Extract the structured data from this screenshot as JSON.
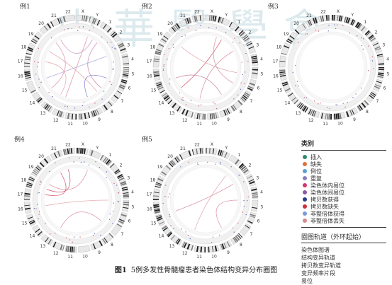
{
  "watermark": "中華醫學會",
  "panels": [
    {
      "label": "例1",
      "links": [
        [
          20,
          200,
          "#d98b9f"
        ],
        [
          40,
          130,
          "#c87fa0"
        ],
        [
          70,
          250,
          "#a8a0d8"
        ],
        [
          300,
          140,
          "#e0a0a8"
        ],
        [
          110,
          160,
          "#7a74c4"
        ],
        [
          230,
          320,
          "#d98b9f"
        ],
        [
          330,
          30,
          "#c792c0"
        ],
        [
          210,
          280,
          "#e6a1a8"
        ]
      ]
    },
    {
      "label": "例2",
      "links": [
        [
          30,
          230,
          "#d0495f"
        ],
        [
          60,
          190,
          "#d98b9f"
        ],
        [
          310,
          100,
          "#e0a0a8"
        ],
        [
          250,
          150,
          "#c87fa0"
        ],
        [
          120,
          20,
          "#d98b9f"
        ]
      ]
    },
    {
      "label": "例3",
      "links": []
    },
    {
      "label": "例4",
      "links": [
        [
          280,
          330,
          "#d0495f"
        ],
        [
          290,
          345,
          "#c73a5a"
        ],
        [
          300,
          20,
          "#d98b9f"
        ],
        [
          260,
          90,
          "#e0a0a8"
        ],
        [
          210,
          130,
          "#d98b9f"
        ]
      ]
    },
    {
      "label": "例5",
      "links": [
        [
          250,
          60,
          "#d98b9f"
        ],
        [
          40,
          200,
          "#e0a0a8"
        ],
        [
          90,
          150,
          "#d98b9f"
        ]
      ]
    }
  ],
  "chromosomes": [
    "X",
    "Y",
    "1",
    "2",
    "3",
    "4",
    "5",
    "6",
    "7",
    "8",
    "9",
    "10",
    "11",
    "12",
    "13",
    "14",
    "15",
    "16",
    "17",
    "18",
    "19",
    "20",
    "21",
    "22"
  ],
  "legend": {
    "title": "类别",
    "items": [
      {
        "label": "插入",
        "color": "#2e8b6f"
      },
      {
        "label": "缺失",
        "color": "#e0703a"
      },
      {
        "label": "倒位",
        "color": "#5aa0cc"
      },
      {
        "label": "重复",
        "color": "#8a7fc0"
      },
      {
        "label": "染色体内易位",
        "color": "#d6336c"
      },
      {
        "label": "染色体间易位",
        "color": "#8a5aa8"
      },
      {
        "label": "拷贝数获得",
        "color": "#2a3c8c"
      },
      {
        "label": "拷贝数缺失",
        "color": "#d02d3a"
      },
      {
        "label": "非整倍体获得",
        "color": "#7a9bd6"
      },
      {
        "label": "非整倍体丢失",
        "color": "#d88a8a"
      }
    ],
    "tracks_title": "圈图轨道（外环起始）",
    "tracks": [
      "染色体图谱",
      "结构变异轨道",
      "拷贝数变异轨道",
      "变异频率片段",
      "易位"
    ]
  },
  "caption": {
    "fig": "图1",
    "text": "5例多发性骨髓瘤患者染色体结构变异分布圈图"
  }
}
